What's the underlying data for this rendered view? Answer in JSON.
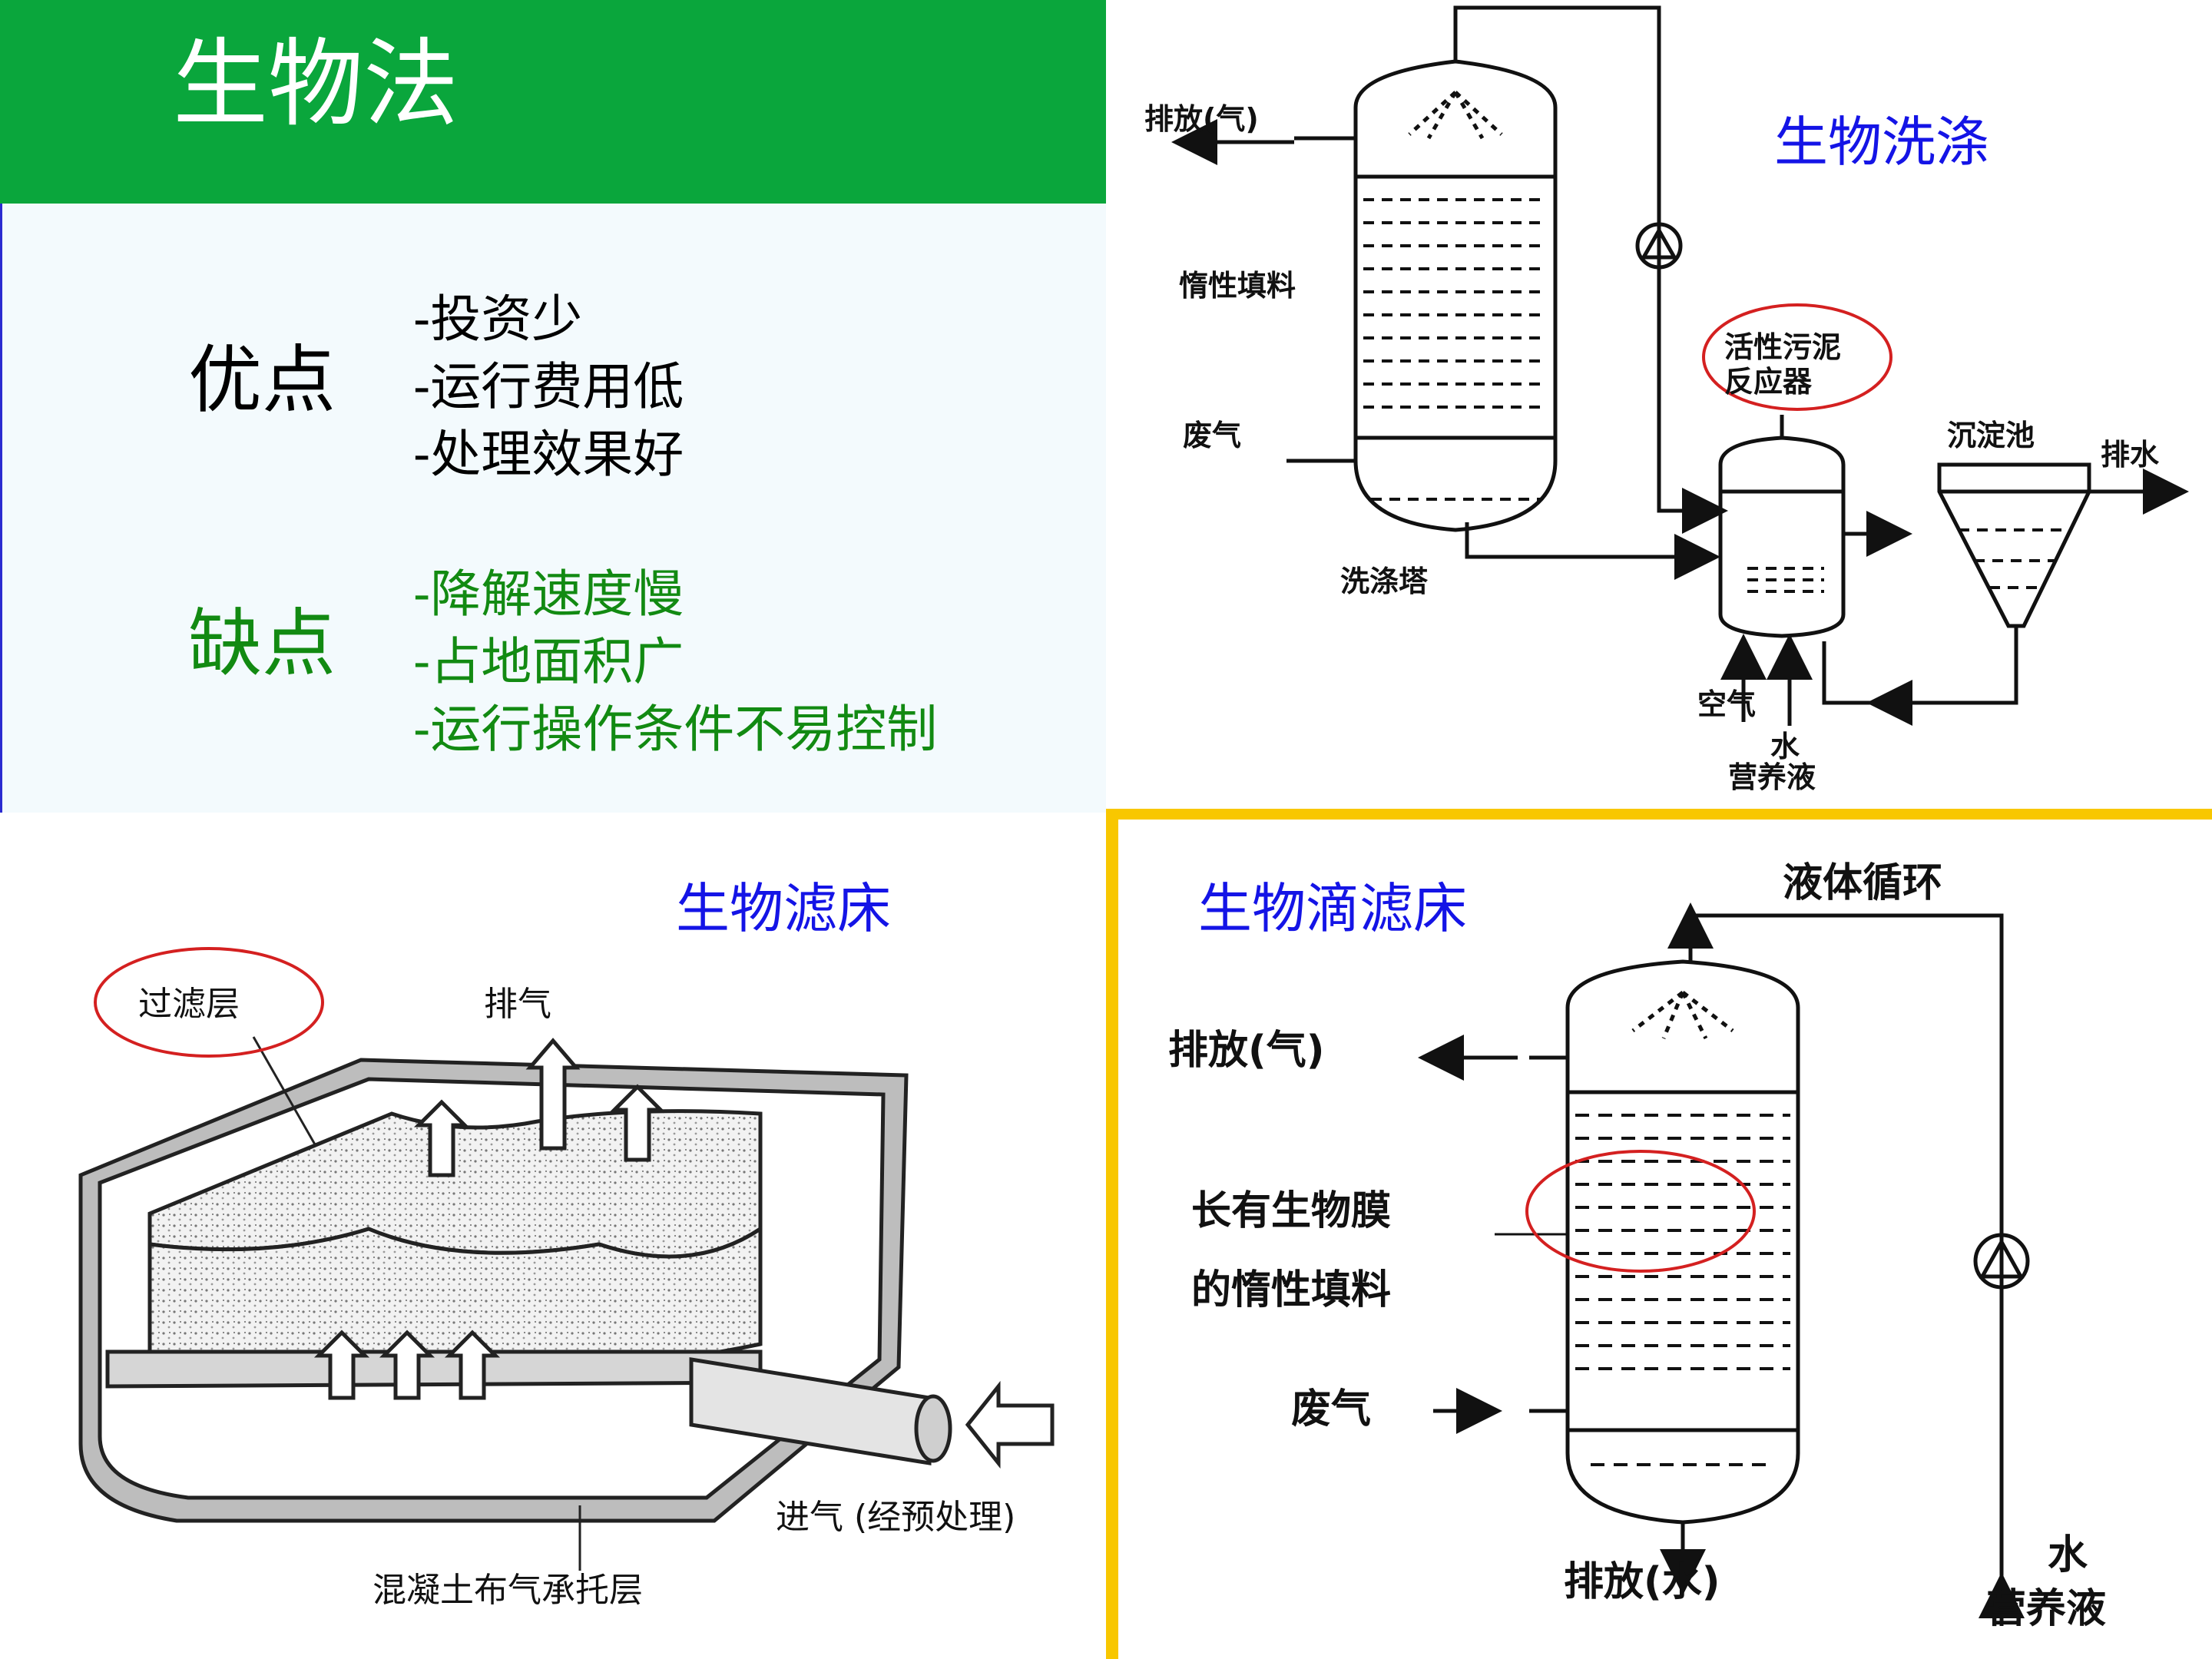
{
  "title": "生物法",
  "pros": {
    "label": "优点",
    "items": [
      "-投资少",
      "-运行费用低",
      "-处理效果好"
    ]
  },
  "cons": {
    "label": "缺点",
    "items": [
      "-降解速度慢",
      "-占地面积广",
      "-运行操作条件不易控制"
    ]
  },
  "scrubber": {
    "caption": "生物洗涤",
    "labels": {
      "exhaust_gas": "排放(气)",
      "packing": "惰性填料",
      "waste_gas": "废气",
      "tower": "洗涤塔",
      "reactor": "活性污泥反应器",
      "reactor_line1": "活性污泥",
      "reactor_line2": "反应器",
      "settler": "沉淀池",
      "drain": "排水",
      "air": "空气",
      "water": "水",
      "nutrient": "营养液"
    }
  },
  "biofilter": {
    "caption": "生物滤床",
    "labels": {
      "filter_layer": "过滤层",
      "exhaust": "排气",
      "inlet": "进气 (经预处理)",
      "support": "混凝土布气承托层"
    }
  },
  "trickling": {
    "caption": "生物滴滤床",
    "labels": {
      "recirculation": "液体循环",
      "exhaust_gas": "排放(气)",
      "packing_line1": "长有生物膜",
      "packing_line2": "的惰性填料",
      "waste_gas": "废气",
      "drain_water": "排放(水)",
      "water": "水",
      "nutrient": "营养液"
    }
  },
  "colors": {
    "title_bar": "#0aa63c",
    "caption": "#1414e6",
    "cons_text": "#128a12",
    "highlight_circle": "#d42020",
    "frame": "#f8c700"
  }
}
